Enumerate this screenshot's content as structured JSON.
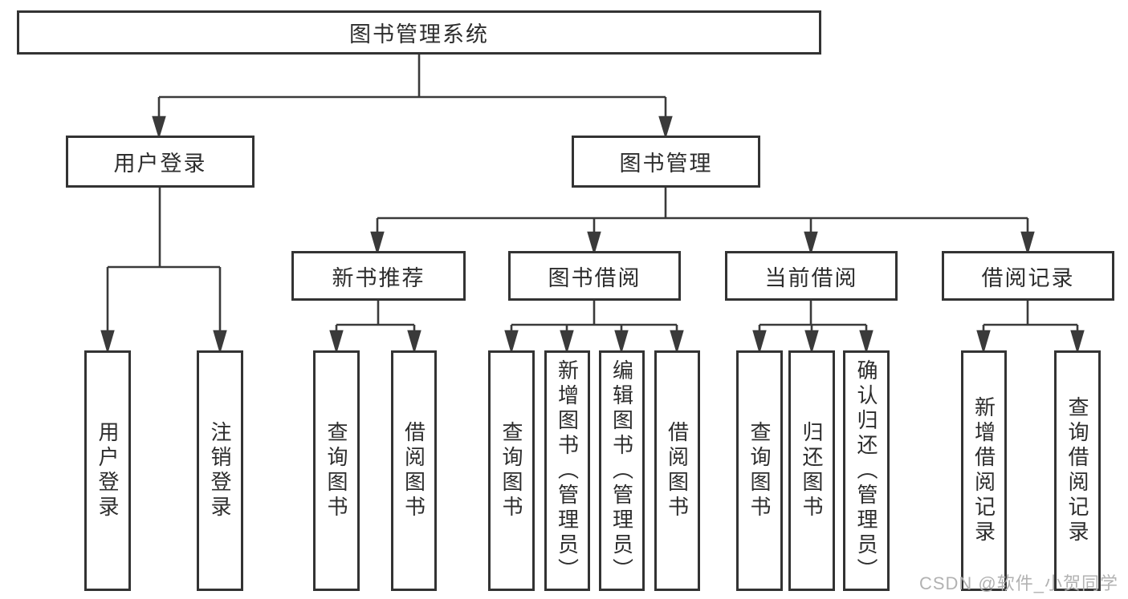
{
  "tree": {
    "label": "图书管理系统",
    "children": [
      {
        "label": "用户登录",
        "children": [
          {
            "label": "用户登录"
          },
          {
            "label": "注销登录"
          }
        ]
      },
      {
        "label": "图书管理",
        "children": [
          {
            "label": "新书推荐",
            "children": [
              {
                "label": "查询图书"
              },
              {
                "label": "借阅图书"
              }
            ]
          },
          {
            "label": "图书借阅",
            "children": [
              {
                "label": "查询图书"
              },
              {
                "label": "新增图书（管理员）"
              },
              {
                "label": "编辑图书（管理员）"
              },
              {
                "label": "借阅图书"
              }
            ]
          },
          {
            "label": "当前借阅",
            "children": [
              {
                "label": "查询图书"
              },
              {
                "label": "归还图书"
              },
              {
                "label": "确认归还（管理员）"
              }
            ]
          },
          {
            "label": "借阅记录",
            "children": [
              {
                "label": "新增借阅记录"
              },
              {
                "label": "查询借阅记录"
              }
            ]
          }
        ]
      }
    ]
  },
  "watermark": {
    "text": "CSDN @软件_小贺同学"
  },
  "colors": {
    "line": "#3a3a3a",
    "box_border": "#333333",
    "text": "#2d2d2d",
    "watermark": "#b2b2b2",
    "background": "#ffffff"
  }
}
